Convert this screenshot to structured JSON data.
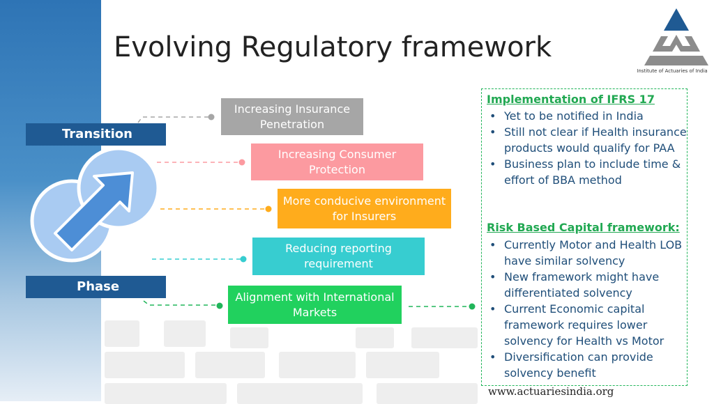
{
  "slide": {
    "title": "Evolving Regulatory framework",
    "logo_caption": "Institute of Actuaries of India",
    "footer_url": "www.actuariesindia.org"
  },
  "tabs": {
    "transition": "Transition",
    "phase": "Phase"
  },
  "boxes": [
    {
      "label": "Increasing Insurance Penetration",
      "color": "#a6a6a6"
    },
    {
      "label": "Increasing Consumer Protection",
      "color": "#fc9aa0"
    },
    {
      "label": "More conducive environment for Insurers",
      "color": "#ffac1c"
    },
    {
      "label": "Reducing reporting requirement",
      "color": "#37cdd0"
    },
    {
      "label": "Alignment with International Markets",
      "color": "#21d15e"
    }
  ],
  "ifrs": {
    "heading": "Implementation of IFRS 17",
    "bullets": [
      "Yet to be notified in India",
      "Still not clear if Health insurance products would qualify for PAA",
      "Business plan to include time & effort of BBA method"
    ]
  },
  "rbc": {
    "heading": "Risk Based Capital framework:",
    "bullets": [
      "Currently Motor and Health LOB have similar solvency",
      "New framework might have differentiated solvency",
      "Current Economic capital framework requires lower solvency for Health vs Motor",
      "Diversification can provide solvency benefit"
    ]
  },
  "colors": {
    "tab_bg": "#1f5a93",
    "heading_green": "#21a852",
    "bullet_text": "#1f4e79",
    "circle_fill": "#a9cbf2",
    "arrow": "#4d8ed6"
  },
  "icons": {
    "logo": "iai-triangle-logo",
    "transition": "diagonal-arrow-icon"
  }
}
